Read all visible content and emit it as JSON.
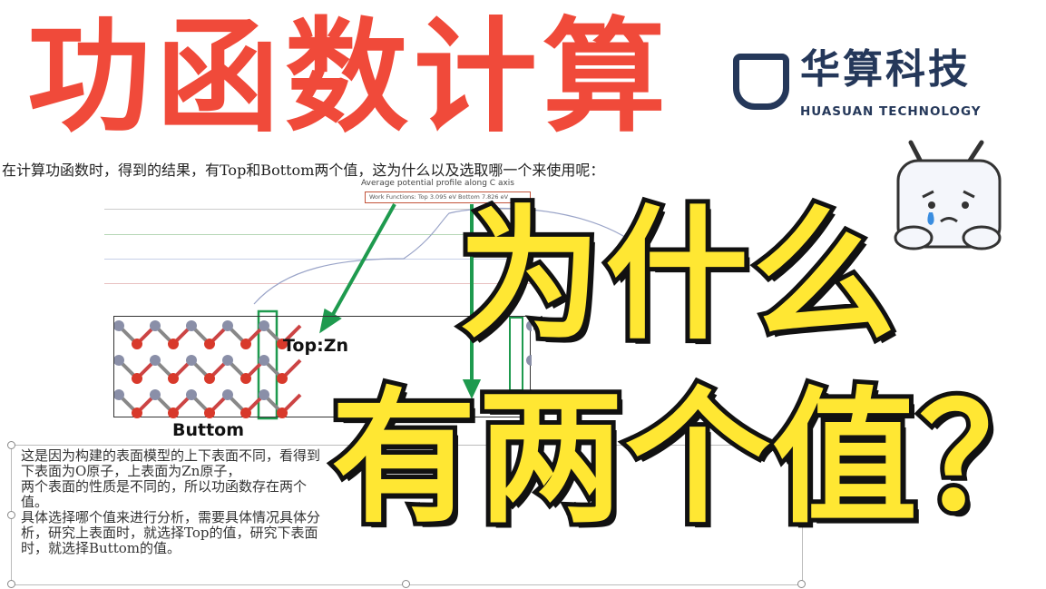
{
  "title": "功函数计算",
  "logo": {
    "cn": "华算科技",
    "en": "HUASUAN TECHNOLOGY"
  },
  "question": "在计算功函数时，得到的结果，有Top和Bottom两个值，这为什么以及选取哪一个来使用呢：",
  "figure": {
    "title": "Average potential profile along C axis",
    "work_functions": "Work Functions: Top 3.095 eV   Bottom 7.826 eV",
    "top_label": "Top:Zn",
    "bottom_label": "Buttom"
  },
  "overlay": {
    "line1": "为什么",
    "line2": "有两个值？"
  },
  "explanation": {
    "lines": [
      "这是因为构建的表面模型的上下表面不同，看得到下表面为O原子，上表面为Zn原子，",
      "两个表面的性质是不同的，所以功函数存在两个值。",
      "具体选择哪个值来进行分析，需要具体情况具体分析，研究上表面时，就选择Top的值，研究下表面",
      "时，就选择Buttom的值。"
    ]
  },
  "colors": {
    "title": "#f04a3a",
    "overlay": "#ffe733",
    "logo": "#25385a",
    "arrow": "#1e9a4e",
    "atom_zn": "#8a8fa8",
    "atom_o": "#d8392b"
  }
}
